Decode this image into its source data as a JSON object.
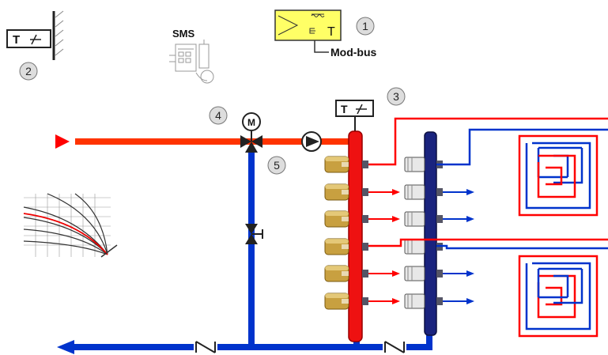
{
  "controller": {
    "symbol": "T",
    "label": "Mod-bus",
    "number": "1",
    "fill_color": "#ffff66"
  },
  "room_thermostat": {
    "symbol": "T",
    "number": "2"
  },
  "manifold_sensor": {
    "symbol": "T",
    "number": "3"
  },
  "mixing_valve": {
    "motor_symbol": "M",
    "number": "4"
  },
  "bypass_valve": {
    "number": "5"
  },
  "sms_module": {
    "label": "SMS",
    "icon": "phone-icon"
  },
  "colors": {
    "supply": "#ff3300",
    "return": "#0033cc",
    "return_manifold": "#1a237e",
    "supply_manifold": "#ee1111",
    "actuator": "#c8a040"
  },
  "circuits": {
    "count": 6
  }
}
